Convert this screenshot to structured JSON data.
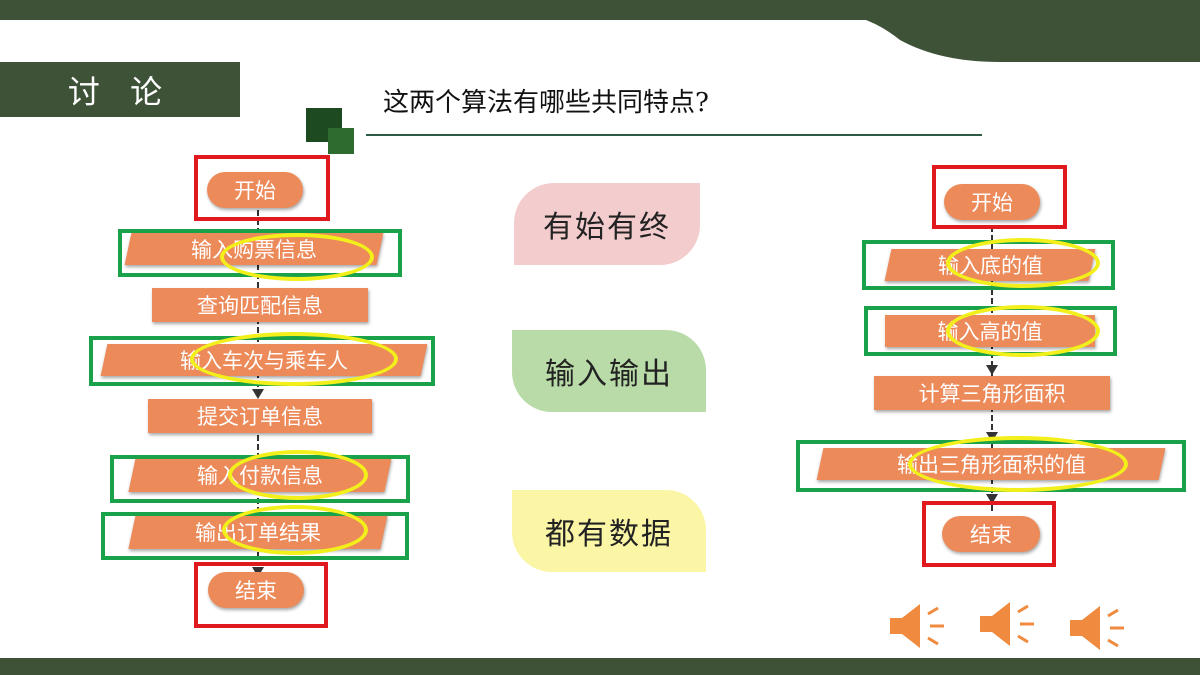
{
  "header": {
    "badge": "讨 论",
    "question": "这两个算法有哪些共同特点?"
  },
  "left_flow": {
    "start": "开始",
    "steps": [
      "输入购票信息",
      "查询匹配信息",
      "输入车次与乘车人",
      "提交订单信息",
      "输入付款信息",
      "输出订单结果"
    ],
    "end": "结束"
  },
  "right_flow": {
    "start": "开始",
    "steps": [
      "输入底的值",
      "输入高的值",
      "计算三角形面积",
      "输出三角形面积的值"
    ],
    "end": "结束"
  },
  "features": [
    "有始有终",
    "输入输出",
    "都有数据"
  ],
  "colors": {
    "bar": "#3e5238",
    "node": "#ec8a5a",
    "red_box": "#e0191f",
    "green_box": "#1aa24a",
    "highlight": "#f2ef1a",
    "feature1": "#f3cccd",
    "feature2": "#b9dba8",
    "feature3": "#fbf5a6",
    "speaker": "#f08a3e"
  },
  "icons": [
    "speaker-icon",
    "speaker-icon",
    "speaker-icon"
  ]
}
